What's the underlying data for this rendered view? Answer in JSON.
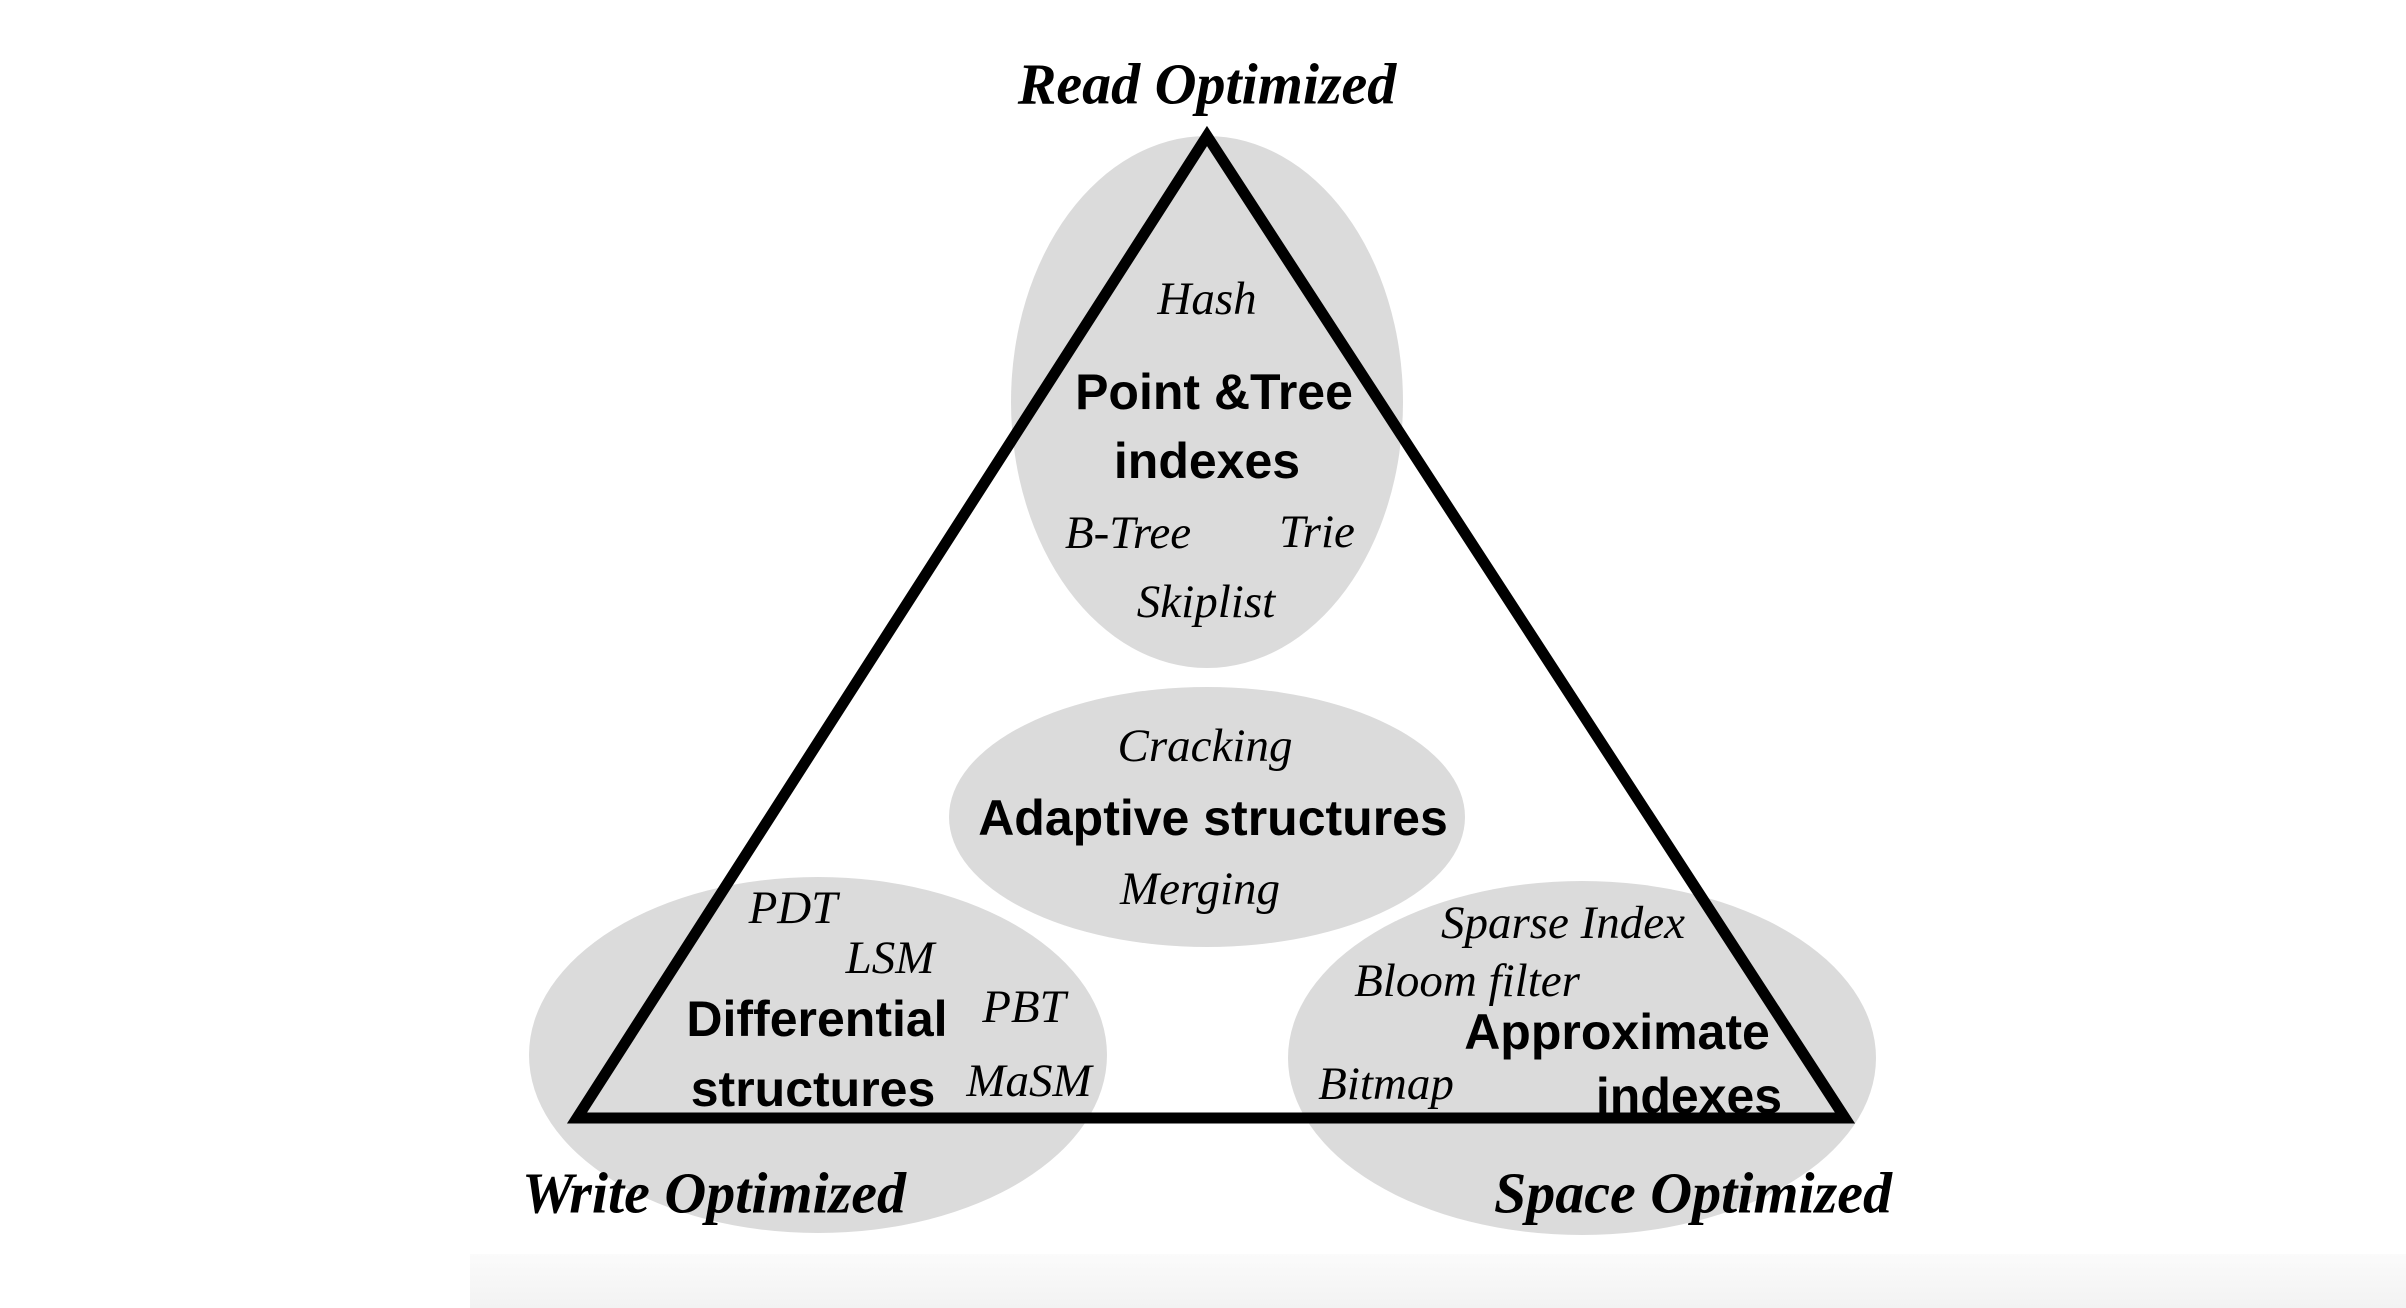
{
  "diagram": {
    "vertices": {
      "top": "Read Optimized",
      "bottom_left": "Write Optimized",
      "bottom_right": "Space Optimized"
    },
    "groups": {
      "point_tree": {
        "title_line1": "Point &Tree",
        "title_line2": "indexes",
        "items": {
          "hash": "Hash",
          "btree": "B-Tree",
          "trie": "Trie",
          "skiplist": "Skiplist"
        }
      },
      "adaptive": {
        "title": "Adaptive structures",
        "items": {
          "cracking": "Cracking",
          "merging": "Merging"
        }
      },
      "differential": {
        "title_line1": "Differential",
        "title_line2": "structures",
        "items": {
          "pdt": "PDT",
          "lsm": "LSM",
          "pbt": "PBT",
          "masm": "MaSM"
        }
      },
      "approximate": {
        "title_line1": "Approximate",
        "title_line2": "indexes",
        "items": {
          "sparse_index": "Sparse Index",
          "bloom_filter": "Bloom filter",
          "bitmap": "Bitmap"
        }
      }
    },
    "colors": {
      "ellipse_fill": "#dbdbdb",
      "triangle_stroke": "#000000",
      "background": "#ffffff"
    }
  }
}
